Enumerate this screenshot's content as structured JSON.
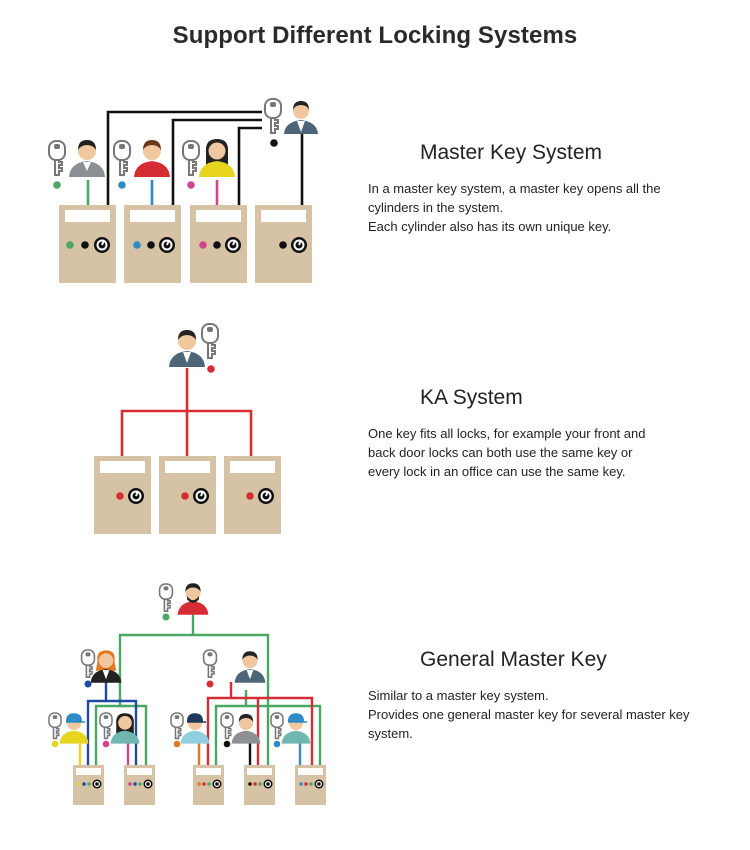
{
  "page_title": "Support Different Locking Systems",
  "sections": [
    {
      "heading": "Master Key System",
      "lines": [
        "In a master key system, a master key opens all the",
        "cylinders in the system.",
        "Each cylinder also has its own unique key."
      ]
    },
    {
      "heading": "KA System",
      "lines": [
        "One key fits all locks, for example your front and",
        "back door locks can both use the same key or",
        "every lock in an office can use the same key."
      ]
    },
    {
      "heading": "General Master Key",
      "lines": [
        "Similar to a master key system.",
        "Provides one general master key for several master key",
        "system."
      ]
    }
  ],
  "colors": {
    "cabinet": "#d6c3a5",
    "green": "#4aa867",
    "blue": "#2e8bc6",
    "pink": "#d1458f",
    "red": "#d62d35",
    "navy": "#1f4aa0",
    "orange": "#e07a22",
    "yellow": "#e8d51f",
    "black": "#111111"
  },
  "icons": [
    "key-icon",
    "person-icon",
    "cylinder-lock-icon"
  ]
}
